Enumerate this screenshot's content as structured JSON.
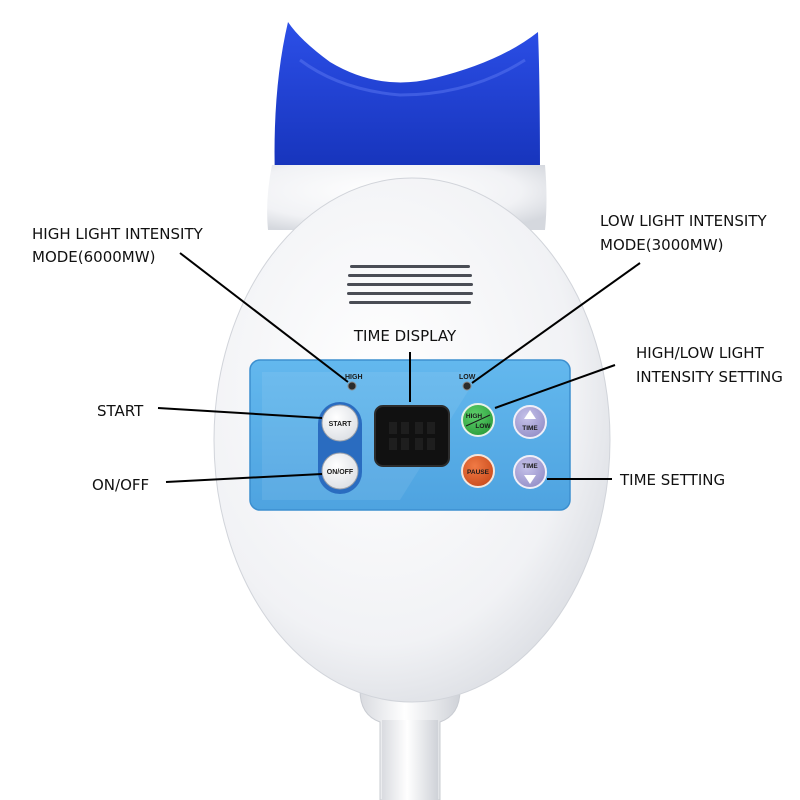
{
  "callouts": {
    "high_mode_line1": "HIGH LIGHT INTENSITY",
    "high_mode_line2": "MODE(6000MW)",
    "low_mode_line1": "LOW LIGHT INTENSITY",
    "low_mode_line2": "MODE(3000MW)",
    "time_display": "TIME DISPLAY",
    "intensity_setting_line1": "HIGH/LOW LIGHT",
    "intensity_setting_line2": "INTENSITY SETTING",
    "start": "START",
    "on_off": "ON/OFF",
    "time_setting": "TIME SETTING"
  },
  "panel": {
    "led_high": "HIGH",
    "led_low": "LOW",
    "start_button": "START",
    "onoff_button": "ON/OFF",
    "highlow_button_top": "HIGH",
    "highlow_button_bottom": "LOW",
    "pause_button": "PAUSE",
    "time_up_button": "TIME",
    "time_down_button": "TIME"
  },
  "colors": {
    "mouthpiece_blue": "#1f3fd6",
    "panel_blue": "#57aee8",
    "body_white": "#f4f5f7",
    "button_green": "#39b54a",
    "button_orange": "#e0602a",
    "button_lavender": "#a9a4d6",
    "display_black": "#111111"
  }
}
